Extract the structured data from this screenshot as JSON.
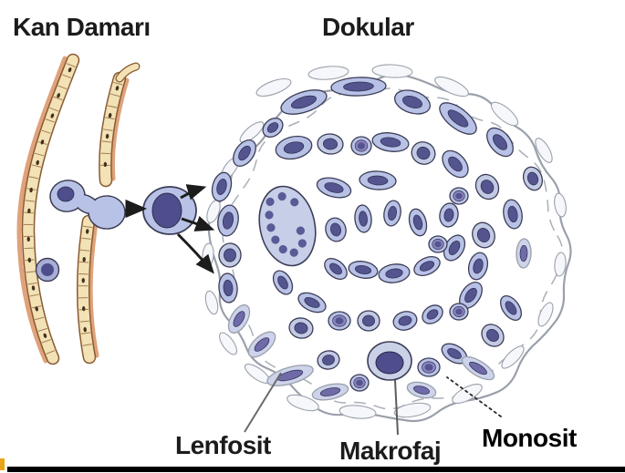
{
  "diagram": {
    "labels": {
      "blood_vessel": "Kan Damarı",
      "tissues": "Dokular",
      "lymphocyte": "Lenfosit",
      "macrophage": "Makrofaj",
      "monocyte": "Monosit"
    },
    "colors": {
      "cell_body": "#b8c2e6",
      "cell_body_round": "#c3cbe4",
      "cell_body_pale": "#cdd3ea",
      "cell_body_white": "#f6f7fa",
      "nucleus": "#54548e",
      "nucleus_dark": "#4e4e8c",
      "nucleus_ring": "#8d86c4",
      "nucleus_pale": "#6f6aa8",
      "cell_outline": "#3d3d58",
      "edge_outline": "#9aa0ab",
      "vessel_wall_fill": "#f2e2b6",
      "vessel_wall_outline": "#8a5a32",
      "vessel_outer_edge": "#dfa27a",
      "vessel_dot": "#43311c",
      "arrow": "#1c1c1c",
      "pointer_line": "#6a6a6a",
      "label_text": "#1b1b1b",
      "bottom_bar": "#000000",
      "corner_mark": "#e8a517"
    }
  }
}
